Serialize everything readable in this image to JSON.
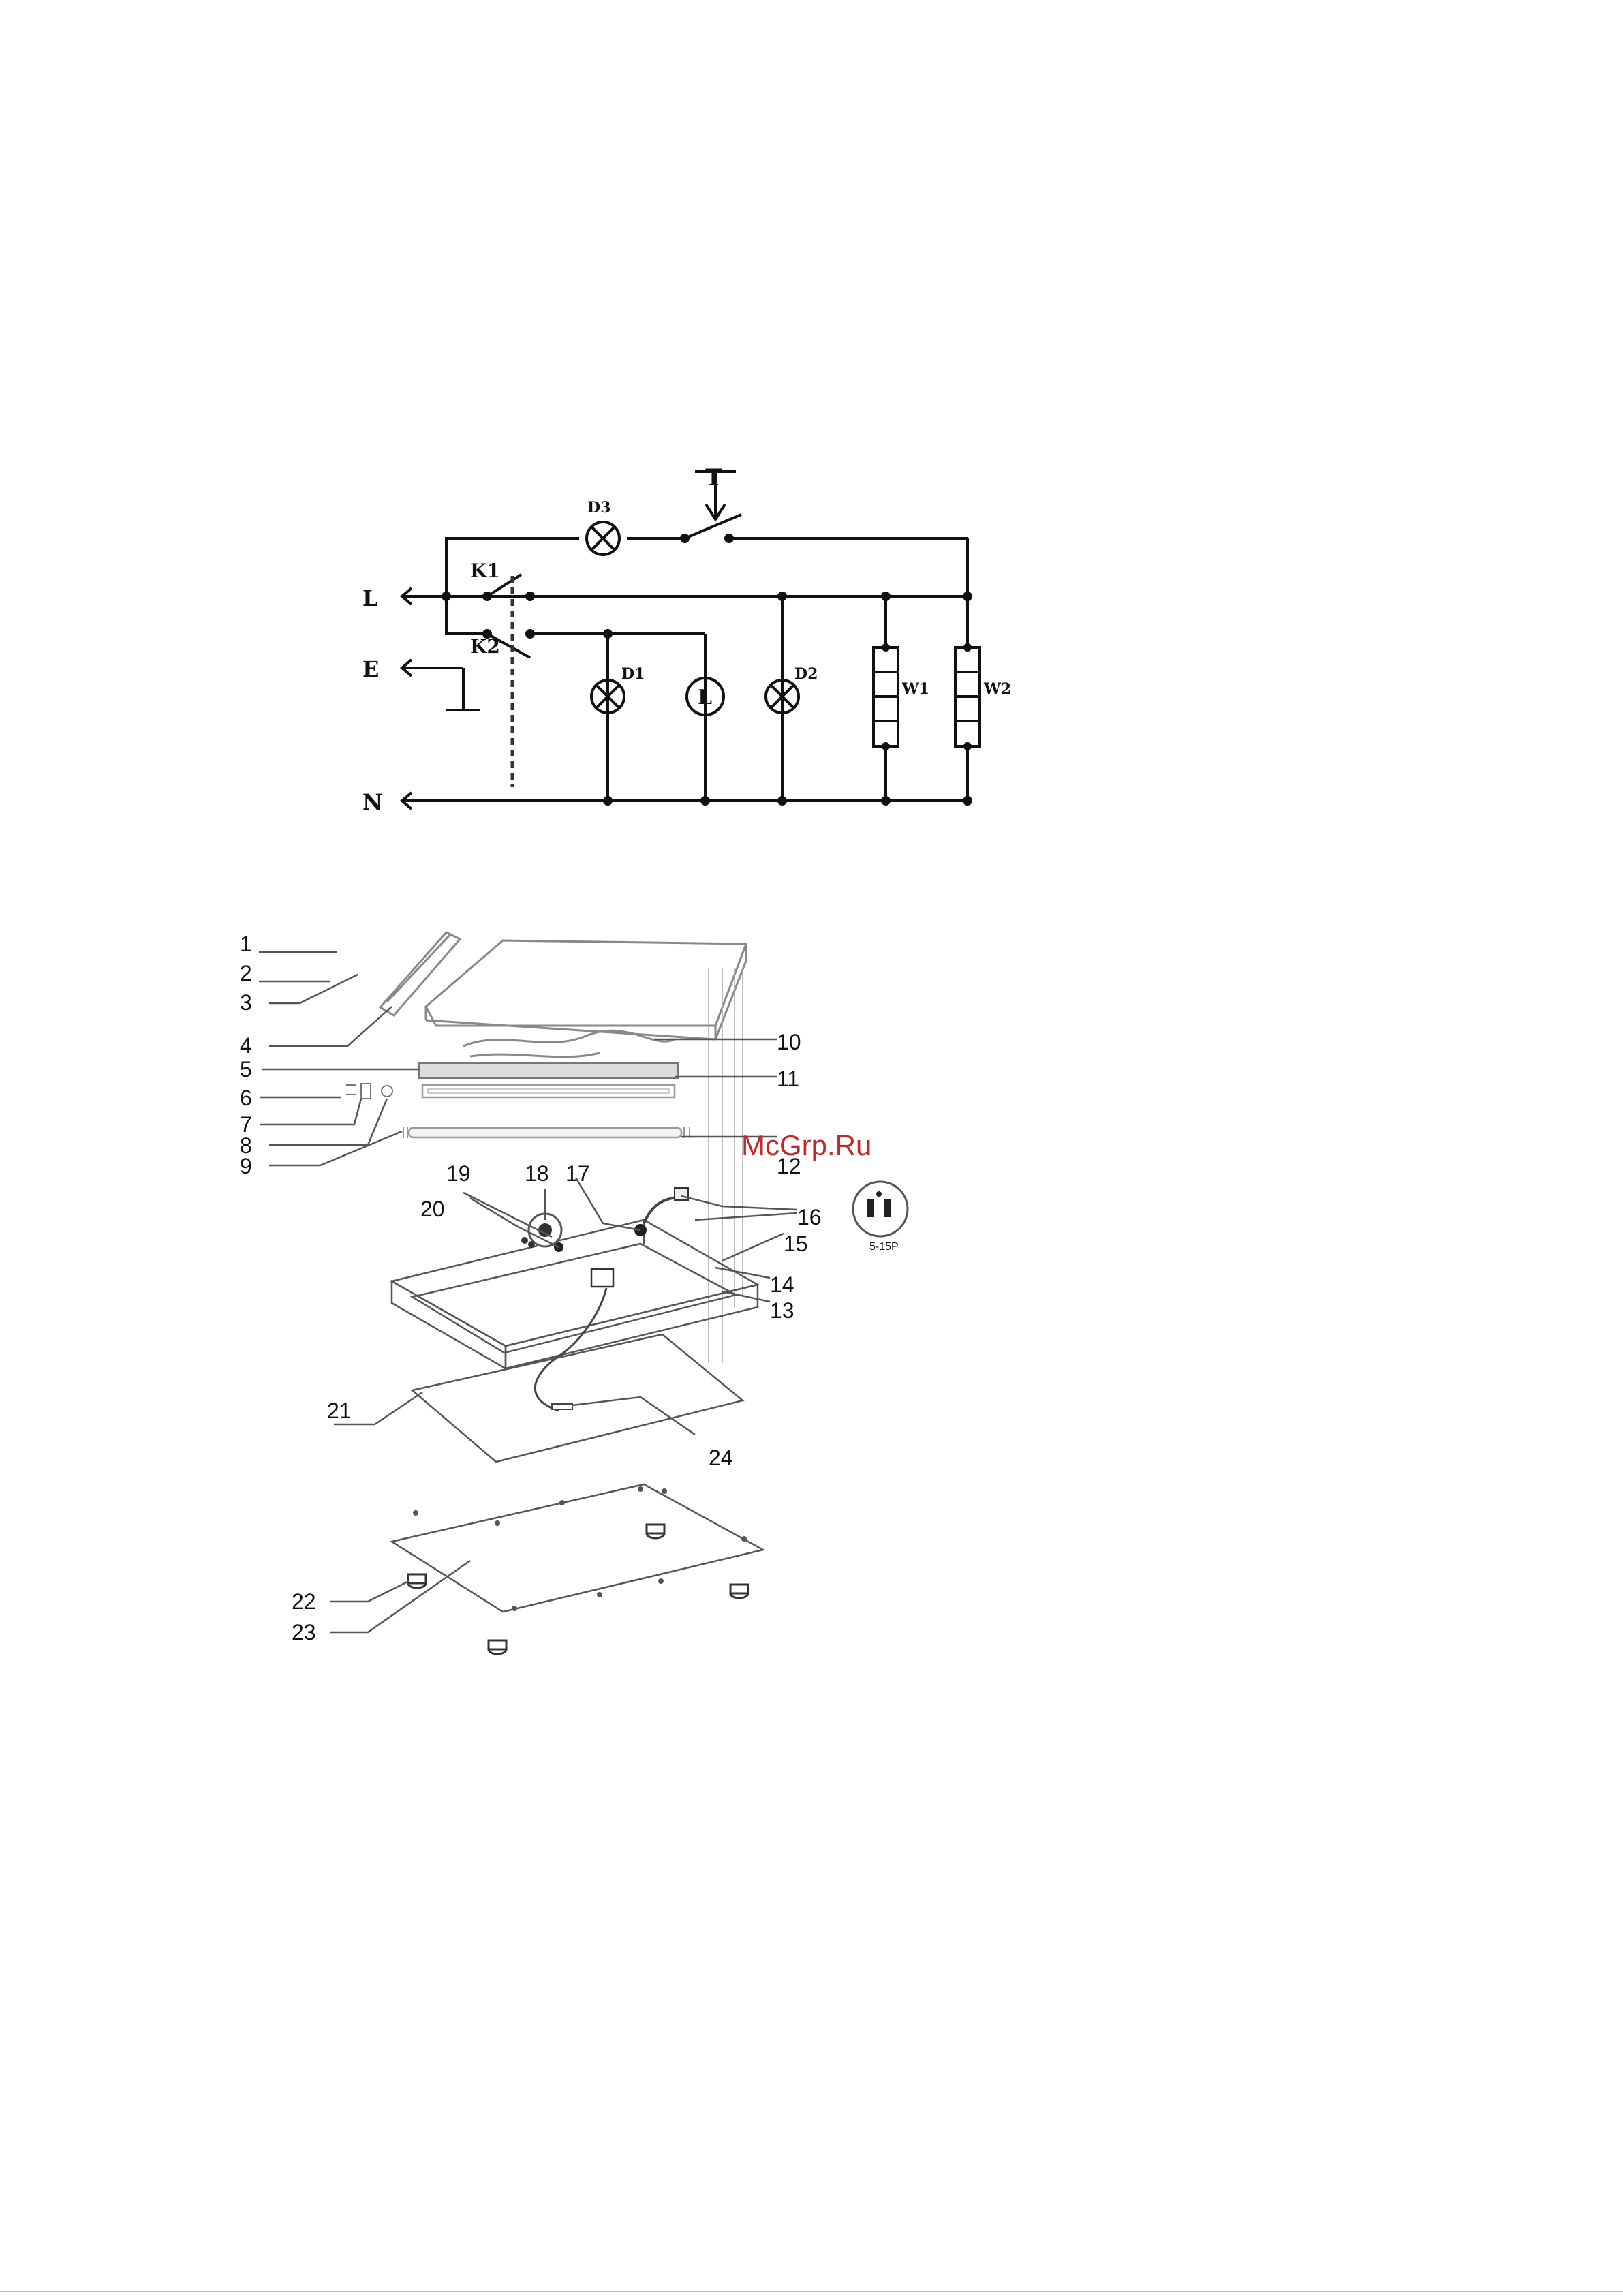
{
  "circuit": {
    "lines": {
      "live": "L",
      "earth": "E",
      "neutral": "N"
    },
    "switches": [
      "K1",
      "K2"
    ],
    "thermostat": "T",
    "lamps": [
      "D1",
      "D2",
      "D3"
    ],
    "light": "L",
    "heaters": [
      "W1",
      "W2"
    ]
  },
  "parts": {
    "labels": [
      "1",
      "2",
      "3",
      "4",
      "5",
      "6",
      "7",
      "8",
      "9",
      "10",
      "11",
      "12",
      "13",
      "14",
      "15",
      "16",
      "17",
      "18",
      "19",
      "20",
      "21",
      "22",
      "23",
      "24"
    ],
    "plug_standard": "5-15P"
  },
  "watermark": "McGrp.Ru",
  "colors": {
    "ink": "#111111",
    "watermark": "#c22a2a",
    "diagram_gray": "#888888"
  }
}
